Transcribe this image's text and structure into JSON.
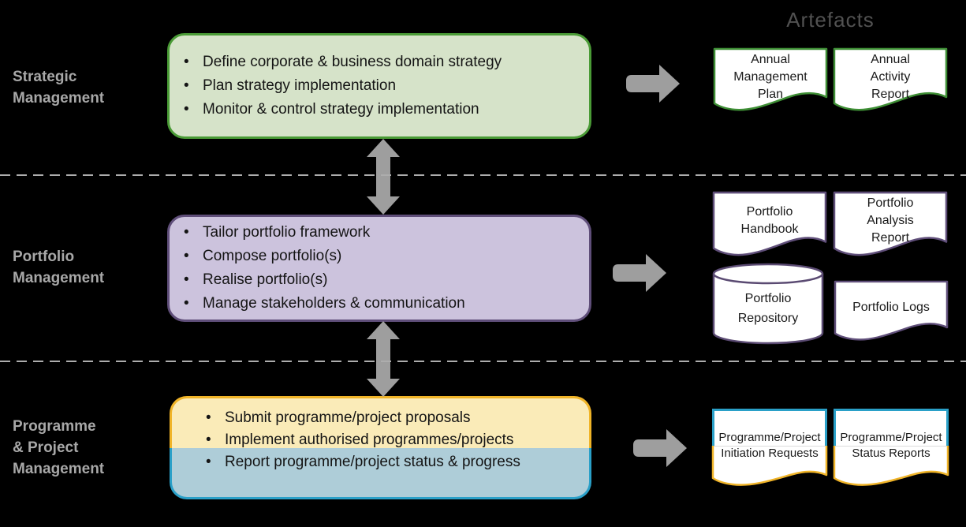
{
  "artefacts_title": "Artefacts",
  "colors": {
    "background": "#000000",
    "lane_label_text": "#a8a8a8",
    "divider_grey": "#adadad",
    "arrow_grey": "#9e9e9e",
    "strategic_fill": "#d6e3c9",
    "strategic_border": "#4a9b36",
    "portfolio_fill": "#ccc3dd",
    "portfolio_border": "#5f4e79",
    "programme_fill_top": "#faebb8",
    "programme_border_top": "#f0b428",
    "programme_fill_bottom": "#aecdd8",
    "programme_border_bottom": "#2aa0c8",
    "artefact_fill": "#ffffff"
  },
  "sections": [
    {
      "name": "Strategic Management",
      "label": "Strategic\nManagement",
      "activities": [
        "Define corporate & business domain strategy",
        "Plan strategy implementation",
        "Monitor & control strategy implementation"
      ],
      "artefacts": [
        {
          "label": "Annual\nManagement\nPlan",
          "shape": "document"
        },
        {
          "label": "Annual\nActivity\nReport",
          "shape": "document"
        }
      ]
    },
    {
      "name": "Portfolio Management",
      "label": "Portfolio\nManagement",
      "activities": [
        "Tailor portfolio framework",
        "Compose portfolio(s)",
        "Realise portfolio(s)",
        "Manage stakeholders & communication"
      ],
      "artefacts": [
        {
          "label": "Portfolio\nHandbook",
          "shape": "document"
        },
        {
          "label": "Portfolio\nAnalysis\nReport",
          "shape": "document"
        },
        {
          "label": "Portfolio\nRepository",
          "shape": "cylinder"
        },
        {
          "label": "Portfolio Logs",
          "shape": "document"
        }
      ]
    },
    {
      "name": "Programme & Project Management",
      "label": "Programme\n& Project\nManagement",
      "activities": [
        "Submit programme/project proposals",
        "Implement authorised programmes/projects",
        "Report programme/project status & progress"
      ],
      "artefacts": [
        {
          "label": "Programme/Project\nInitiation Requests",
          "shape": "stacked-documents"
        },
        {
          "label": "Programme/Project\nStatus Reports",
          "shape": "stacked-documents"
        }
      ]
    }
  ]
}
